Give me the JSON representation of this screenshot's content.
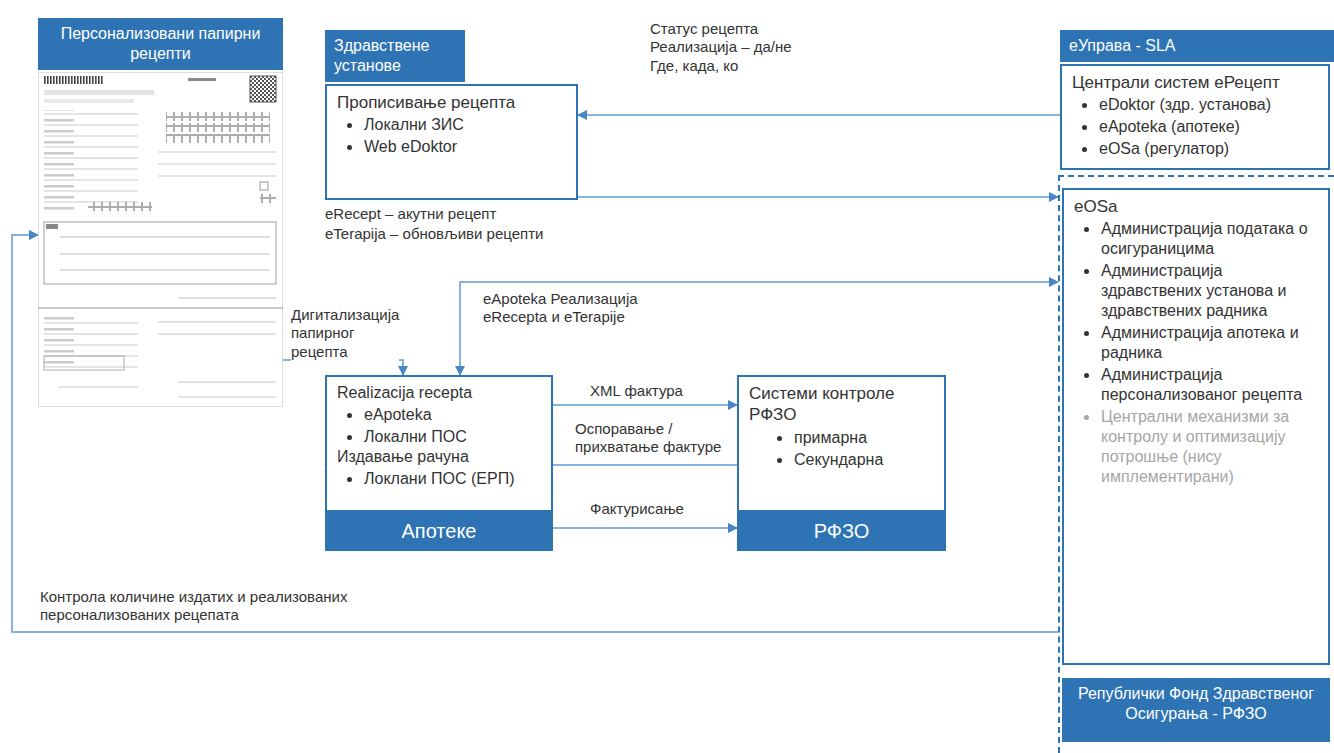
{
  "diagram": {
    "nodes": [
      {
        "text": [
          "Персонализовани папирни рецепти"
        ]
      },
      {
        "text": [
          "Здравствене установе",
          "Прописивање рецепта",
          "Локални ЗИС",
          "Web eDoktor"
        ]
      },
      {
        "text": [
          "еУправа - SLA",
          "Централи систем еРецепт",
          "eDoktor (здр. установа)",
          "eApoteka (апотеке)",
          "eOSa (регулатор)"
        ]
      },
      {
        "text": [
          "Републички Фонд Здравственог Осигурања - РФЗО"
        ]
      },
      {
        "text": [
          "eOSa",
          "Администрација података о осигураницима",
          "Администрација здравствених установа и здравствених радника",
          "Администрација апотека и радника",
          "Администрација персонализованог рецепта",
          "Централни механизми за контролу и оптимизацију потрошње (нису имплементирани)"
        ],
        "in": 3
      },
      {
        "text": [
          "Realizacija recepta",
          "eApoteka",
          "Локални ПОС",
          "Издавање рачуна",
          "Локлани ПОС (ЕРП)",
          "Апотеке"
        ]
      },
      {
        "text": [
          "Системи контроле РФЗО",
          "примарна",
          "Секундарна",
          "РФЗО"
        ]
      }
    ],
    "edges": [
      {
        "from": 2,
        "to": 1,
        "label": "Статус рецепта Реализација – да/не Где, када, ко",
        "arrow": "to"
      },
      {
        "from": 1,
        "to": 3,
        "label": "eRecept – акутни рецепт",
        "arrow": "to"
      },
      {
        "from": 0,
        "to": 5,
        "label": "Дигитализација папирног рецепта",
        "arrow": "to"
      },
      {
        "from": 3,
        "to": 5,
        "label": "eApoteka Реализација eRecepta и eTerapije",
        "arrow": "both"
      },
      {
        "from": 5,
        "to": 6,
        "label": "XML фактура",
        "arrow": "to"
      },
      {
        "from": 6,
        "to": 5,
        "label": "Оспоравање / прихватање фактуре",
        "arrow": "to"
      },
      {
        "from": 5,
        "to": 6,
        "label": "Фактурисање",
        "arrow": "to"
      },
      {
        "from": 3,
        "to": 0,
        "label": "Контрола количине издатих и реализованих персонализованих рецепата",
        "arrow": "to"
      }
    ],
    "labels": [
      "eTerapija – обновљиви рецепти"
    ]
  }
}
